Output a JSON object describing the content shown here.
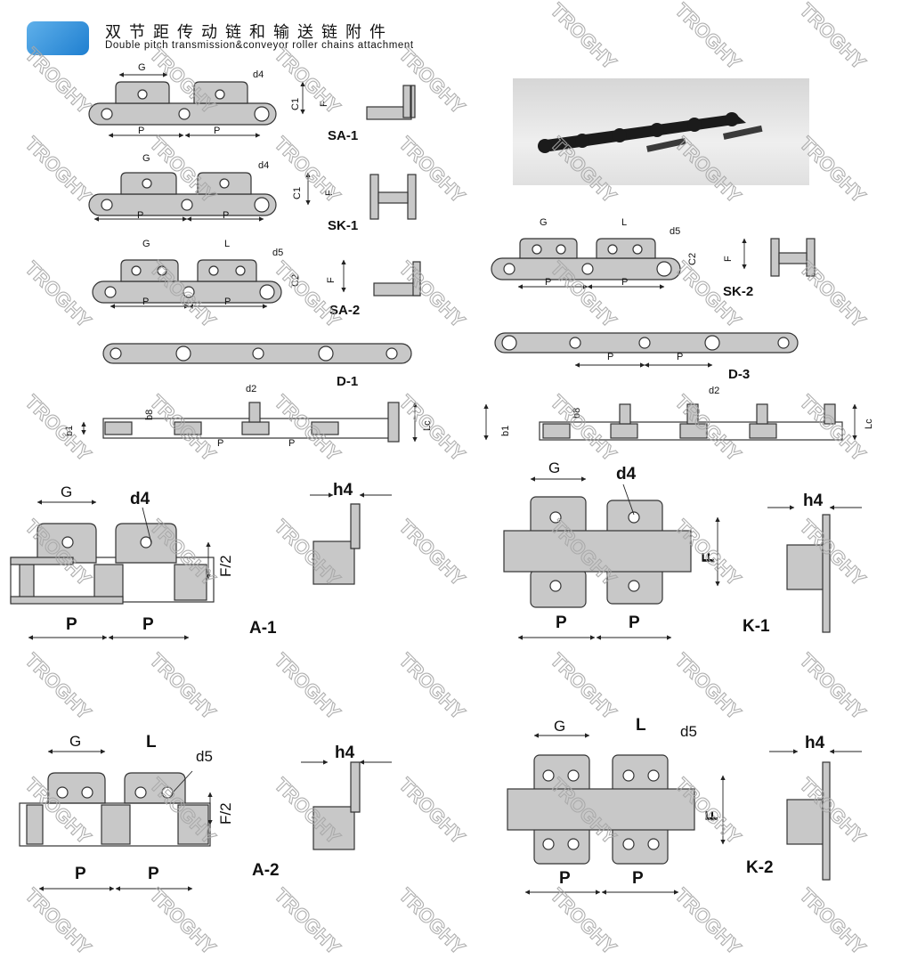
{
  "header": {
    "title_cn": "双节距传动链和输送链附件",
    "title_en": "Double pitch transmission&conveyor roller chains attachment"
  },
  "watermark": {
    "text": "TROGHY"
  },
  "colors": {
    "badge": "#2a86d6",
    "plate": "#c8c8c8",
    "outline": "#333333"
  },
  "figures": {
    "sa1": {
      "label": "SA-1"
    },
    "sk1": {
      "label": "SK-1"
    },
    "sa2": {
      "label": "SA-2"
    },
    "sk2": {
      "label": "SK-2"
    },
    "d1": {
      "label": "D-1"
    },
    "d3": {
      "label": "D-3"
    },
    "a1": {
      "label": "A-1"
    },
    "k1": {
      "label": "K-1"
    },
    "a2": {
      "label": "A-2"
    },
    "k2": {
      "label": "K-2"
    }
  },
  "dims": {
    "g": "G",
    "p": "P",
    "f": "F",
    "f2": "F/2",
    "l": "L",
    "c1": "C1",
    "c2": "C2",
    "d2": "d2",
    "d4": "d4",
    "d5": "d5",
    "b1": "b1",
    "b8": "b8",
    "lc": "Lc",
    "h4": "h4"
  }
}
